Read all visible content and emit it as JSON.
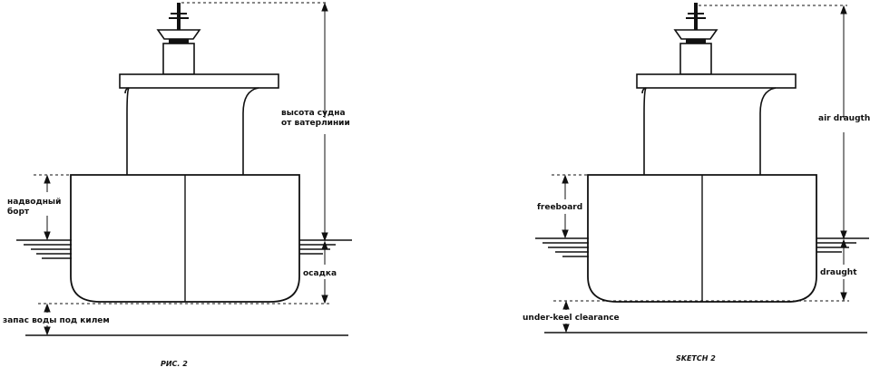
{
  "panels": [
    {
      "id": "ru",
      "labels": {
        "air_draught": [
          "высота судна",
          "от ватерлинии"
        ],
        "freeboard": [
          "надводный",
          "борт"
        ],
        "draught": [
          "осадка"
        ],
        "ukc": [
          "запас воды под килем"
        ]
      },
      "caption": "РИС. 2"
    },
    {
      "id": "en",
      "labels": {
        "air_draught": [
          "air draugth"
        ],
        "freeboard": [
          "freeboard"
        ],
        "draught": [
          "draught"
        ],
        "ukc": [
          "under-keel clearance"
        ]
      },
      "caption": "SKETCH 2"
    }
  ],
  "colors": {
    "ink": "#111111",
    "background": "#ffffff"
  }
}
